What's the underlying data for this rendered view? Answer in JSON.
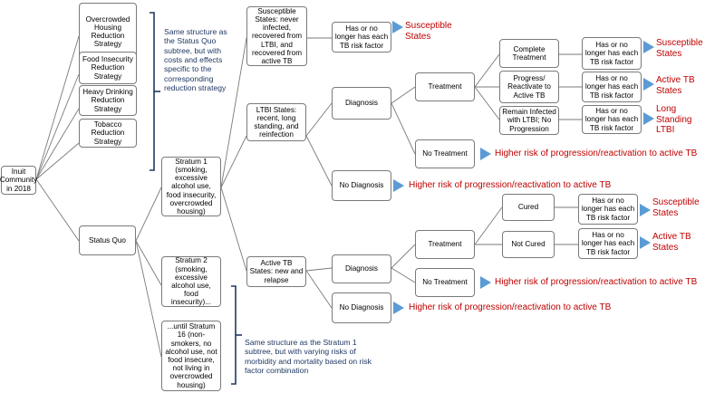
{
  "colors": {
    "edge": "#7a7a7a",
    "box_border": "#7a7a7a",
    "arrow_fill": "#5b9bd5",
    "outcome_text": "#c00000",
    "note_text": "#1f3864",
    "bracket": "#1f3864"
  },
  "nodes": {
    "root": "Inuit Community in 2018",
    "housing_strategy": "Overcrowded Housing Reduction Strategy",
    "food_strategy": "Food Insecurity Reduction Strategy",
    "drinking_strategy": "Heavy Drinking Reduction Strategy",
    "tobacco_strategy": "Tobacco Reduction Strategy",
    "status_quo": "Status Quo",
    "stratum1": "Stratum 1 (smoking, excessive alcohol use, food insecurity, overcrowded housing)",
    "stratum2": "Stratum 2 (smoking, excessive alcohol use, food insecurity)...",
    "stratum16": "...until Stratum 16 (non-smokers, no alcohol use, not food insecure, not living in overcrowded housing)",
    "susceptible_states": "Susceptible States: never infected, recovered from LTBI, and recovered from active TB",
    "ltbi_states": "LTBI States: recent, long standing, and reinfection",
    "active_states": "Active TB States: new and relapse",
    "risk_factor_susc": "Has or no longer has each TB risk factor",
    "ltbi_diagnosis": "Diagnosis",
    "ltbi_no_diagnosis": "No Diagnosis",
    "ltbi_treatment": "Treatment",
    "ltbi_no_treatment": "No Treatment",
    "complete_treatment": "Complete Treatment",
    "progress_reactivate": "Progress/ Reactivate to Active TB",
    "remain_infected": "Remain Infected with LTBI; No Progression",
    "risk_factor_complete": "Has or no longer has each TB risk factor",
    "risk_factor_progress": "Has or no longer has each TB risk factor",
    "risk_factor_remain": "Has or no longer has each TB risk factor",
    "active_diagnosis": "Diagnosis",
    "active_no_diagnosis": "No Diagnosis",
    "active_treatment": "Treatment",
    "active_no_treatment": "No Treatment",
    "cured": "Cured",
    "not_cured": "Not Cured",
    "risk_factor_cured": "Has or no longer has each TB risk factor",
    "risk_factor_not_cured": "Has or no longer has each TB risk factor"
  },
  "outcomes": {
    "susc_top": "Susceptible States",
    "complete": "Susceptible States",
    "progress": "Active TB States",
    "remain": "Long Standing LTBI",
    "ltbi_no_treatment": "Higher risk of progression/reactivation to active TB",
    "ltbi_no_diagnosis": "Higher risk of progression/reactivation to active TB",
    "cured": "Susceptible States",
    "not_cured": "Active TB States",
    "active_no_treatment": "Higher risk of progression/reactivation to active TB",
    "active_no_diagnosis": "Higher risk of progression/reactivation to active TB"
  },
  "notes": {
    "strategies": "Same structure as the Status Quo subtree, but with costs and effects specific to the corresponding reduction strategy",
    "strata": "Same structure as the Stratum 1 subtree, but with varying risks of morbidity and mortality based on risk factor combination"
  }
}
